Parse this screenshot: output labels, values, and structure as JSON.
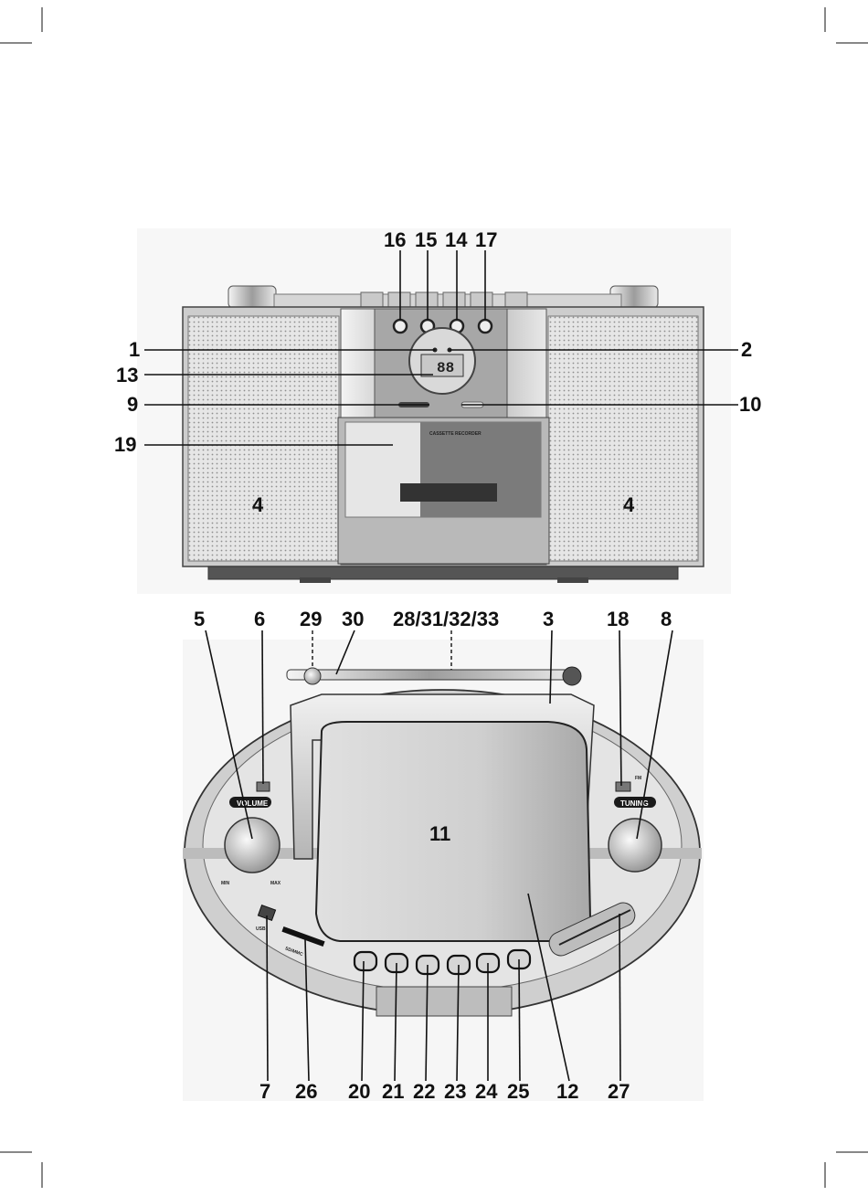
{
  "callouts": {
    "n1": "1",
    "n2": "2",
    "n3": "3",
    "n4a": "4",
    "n4b": "4",
    "n5": "5",
    "n6": "6",
    "n7": "7",
    "n8": "8",
    "n9": "9",
    "n10": "10",
    "n11": "11",
    "n12": "12",
    "n13": "13",
    "n14": "14",
    "n15": "15",
    "n16": "16",
    "n17": "17",
    "n18": "18",
    "n19": "19",
    "n20": "20",
    "n21": "21",
    "n22": "22",
    "n23": "23",
    "n24": "24",
    "n25": "25",
    "n26": "26",
    "n27": "27",
    "n28_33": "28/31/32/33",
    "n29": "29",
    "n30": "30"
  },
  "panel_labels": {
    "volume": "VOLUME",
    "tuning": "TUNING",
    "usb": "USB",
    "sd_mmc": "SD/MMC",
    "min": "MIN",
    "max": "MAX",
    "fm": "FM",
    "cassette": "CASSETTE RECORDER",
    "display": "88"
  },
  "colors": {
    "line": "#111111",
    "body_light": "#e2e2e2",
    "body_mid": "#bdbdbd",
    "body_dark": "#5a5a5a",
    "label_bg": "#1a1a1a"
  }
}
